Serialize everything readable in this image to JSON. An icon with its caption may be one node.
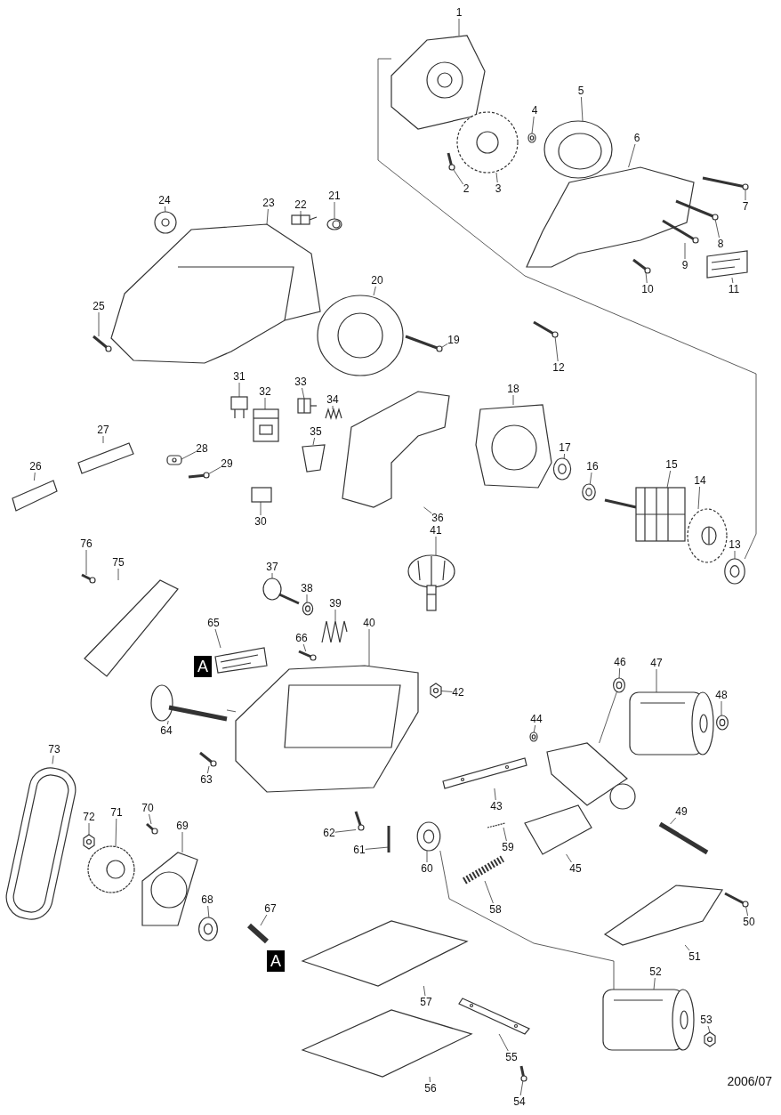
{
  "diagram": {
    "nodes": [
      {
        "text": [
          "1"
        ]
      },
      {
        "text": [
          "2"
        ]
      },
      {
        "text": [
          "3"
        ]
      },
      {
        "text": [
          "4"
        ]
      },
      {
        "text": [
          "5"
        ]
      },
      {
        "text": [
          "6"
        ]
      },
      {
        "text": [
          "7"
        ]
      },
      {
        "text": [
          "8"
        ]
      },
      {
        "text": [
          "9"
        ]
      },
      {
        "text": [
          "10"
        ]
      },
      {
        "text": [
          "11"
        ]
      },
      {
        "text": [
          "12"
        ]
      },
      {
        "text": [
          "13"
        ]
      },
      {
        "text": [
          "14"
        ]
      },
      {
        "text": [
          "15"
        ]
      },
      {
        "text": [
          "16"
        ]
      },
      {
        "text": [
          "17"
        ]
      },
      {
        "text": [
          "18"
        ]
      },
      {
        "text": [
          "19"
        ]
      },
      {
        "text": [
          "20"
        ]
      },
      {
        "text": [
          "21"
        ]
      },
      {
        "text": [
          "22"
        ]
      },
      {
        "text": [
          "23"
        ]
      },
      {
        "text": [
          "24"
        ]
      },
      {
        "text": [
          "25"
        ]
      },
      {
        "text": [
          "26"
        ]
      },
      {
        "text": [
          "27"
        ]
      },
      {
        "text": [
          "28"
        ]
      },
      {
        "text": [
          "29"
        ]
      },
      {
        "text": [
          "30"
        ]
      },
      {
        "text": [
          "31"
        ]
      },
      {
        "text": [
          "32"
        ]
      },
      {
        "text": [
          "33"
        ]
      },
      {
        "text": [
          "34"
        ]
      },
      {
        "text": [
          "35"
        ]
      },
      {
        "text": [
          "36"
        ]
      },
      {
        "text": [
          "37"
        ]
      },
      {
        "text": [
          "38"
        ]
      },
      {
        "text": [
          "39"
        ]
      },
      {
        "text": [
          "40"
        ]
      },
      {
        "text": [
          "41"
        ]
      },
      {
        "text": [
          "42"
        ]
      },
      {
        "text": [
          "43"
        ]
      },
      {
        "text": [
          "44"
        ]
      },
      {
        "text": [
          "45"
        ]
      },
      {
        "text": [
          "46"
        ]
      },
      {
        "text": [
          "47"
        ]
      },
      {
        "text": [
          "48"
        ]
      },
      {
        "text": [
          "49"
        ]
      },
      {
        "text": [
          "50"
        ]
      },
      {
        "text": [
          "51"
        ]
      },
      {
        "text": [
          "52"
        ]
      },
      {
        "text": [
          "53"
        ]
      },
      {
        "text": [
          "54"
        ]
      },
      {
        "text": [
          "55"
        ]
      },
      {
        "text": [
          "56"
        ]
      },
      {
        "text": [
          "57"
        ]
      },
      {
        "text": [
          "58"
        ]
      },
      {
        "text": [
          "59"
        ]
      },
      {
        "text": [
          "60"
        ]
      },
      {
        "text": [
          "61"
        ]
      },
      {
        "text": [
          "62"
        ]
      },
      {
        "text": [
          "63"
        ]
      },
      {
        "text": [
          "64"
        ]
      },
      {
        "text": [
          "65"
        ]
      },
      {
        "text": [
          "66"
        ]
      },
      {
        "text": [
          "67"
        ]
      },
      {
        "text": [
          "68"
        ]
      },
      {
        "text": [
          "69"
        ]
      },
      {
        "text": [
          "70"
        ]
      },
      {
        "text": [
          "71"
        ]
      },
      {
        "text": [
          "72"
        ]
      },
      {
        "text": [
          "73"
        ]
      },
      {
        "text": [
          "75"
        ]
      },
      {
        "text": [
          "76"
        ]
      },
      {
        "text": [],
        "shape": "picture"
      },
      {
        "text": [],
        "shape": "picture"
      },
      {
        "text": [],
        "shape": "picture"
      },
      {
        "text": [],
        "shape": "picture"
      },
      {
        "text": [],
        "shape": "picture"
      },
      {
        "text": [],
        "shape": "picture"
      },
      {
        "text": [],
        "shape": "picture"
      },
      {
        "text": [],
        "shape": "picture"
      },
      {
        "text": [],
        "shape": "picture"
      },
      {
        "text": [],
        "shape": "picture"
      },
      {
        "text": [],
        "shape": "picture"
      },
      {
        "text": [],
        "shape": "picture"
      },
      {
        "text": [],
        "shape": "picture"
      },
      {
        "text": [],
        "shape": "picture"
      },
      {
        "text": [],
        "shape": "picture"
      },
      {
        "text": [],
        "shape": "picture"
      },
      {
        "text": [],
        "shape": "picture"
      },
      {
        "text": [],
        "shape": "picture"
      },
      {
        "text": [],
        "shape": "picture"
      },
      {
        "text": [],
        "shape": "picture"
      },
      {
        "text": [],
        "shape": "picture"
      },
      {
        "text": [],
        "shape": "picture"
      },
      {
        "text": [],
        "shape": "picture"
      },
      {
        "text": [],
        "shape": "picture"
      },
      {
        "text": [],
        "shape": "picture"
      },
      {
        "text": [],
        "shape": "picture"
      },
      {
        "text": [],
        "shape": "picture"
      },
      {
        "text": [],
        "shape": "picture"
      },
      {
        "text": [],
        "shape": "picture"
      },
      {
        "text": [],
        "shape": "picture"
      },
      {
        "text": [],
        "shape": "picture"
      },
      {
        "text": [],
        "shape": "picture"
      },
      {
        "text": [],
        "shape": "picture"
      },
      {
        "text": [],
        "shape": "picture"
      },
      {
        "text": [],
        "shape": "picture"
      },
      {
        "text": [],
        "shape": "picture"
      },
      {
        "text": [],
        "shape": "picture"
      },
      {
        "text": [],
        "shape": "picture"
      },
      {
        "text": [],
        "shape": "picture"
      },
      {
        "text": [],
        "shape": "picture"
      },
      {
        "text": [],
        "shape": "picture"
      },
      {
        "text": [],
        "shape": "picture"
      },
      {
        "text": [],
        "shape": "picture"
      },
      {
        "text": [],
        "shape": "picture"
      },
      {
        "text": [],
        "shape": "picture"
      },
      {
        "text": [],
        "shape": "picture"
      },
      {
        "text": [],
        "shape": "picture"
      },
      {
        "text": [],
        "shape": "picture"
      },
      {
        "text": [],
        "shape": "picture"
      },
      {
        "text": [],
        "shape": "picture"
      },
      {
        "text": [],
        "shape": "picture"
      },
      {
        "text": [],
        "shape": "picture"
      },
      {
        "text": [],
        "shape": "picture"
      },
      {
        "text": [],
        "shape": "picture"
      },
      {
        "text": [],
        "shape": "picture"
      },
      {
        "text": [],
        "shape": "picture"
      },
      {
        "text": [],
        "shape": "picture"
      },
      {
        "text": [],
        "shape": "picture"
      },
      {
        "text": [],
        "shape": "picture"
      },
      {
        "text": [],
        "shape": "picture"
      },
      {
        "text": [],
        "shape": "picture"
      },
      {
        "text": [],
        "shape": "picture"
      },
      {
        "text": [],
        "shape": "picture"
      },
      {
        "text": [],
        "shape": "picture"
      },
      {
        "text": [],
        "shape": "picture"
      },
      {
        "text": [],
        "shape": "picture"
      },
      {
        "text": [],
        "shape": "picture"
      },
      {
        "text": [],
        "shape": "picture"
      },
      {
        "text": [],
        "shape": "picture"
      },
      {
        "text": [],
        "shape": "picture"
      },
      {
        "text": [],
        "shape": "picture"
      },
      {
        "text": [],
        "shape": "picture"
      },
      {
        "text": [],
        "shape": "picture"
      },
      {
        "text": [],
        "shape": "picture"
      },
      {
        "text": [],
        "shape": "picture"
      }
    ],
    "edges": [
      {
        "from": 0,
        "to": 75,
        "arrow": "none"
      },
      {
        "from": 1,
        "to": 76,
        "arrow": "none"
      },
      {
        "from": 2,
        "to": 77,
        "arrow": "none"
      },
      {
        "from": 3,
        "to": 78,
        "arrow": "none"
      },
      {
        "from": 4,
        "to": 79,
        "arrow": "none"
      },
      {
        "from": 5,
        "to": 80,
        "arrow": "none"
      },
      {
        "from": 6,
        "to": 81,
        "arrow": "none"
      },
      {
        "from": 7,
        "to": 82,
        "arrow": "none"
      },
      {
        "from": 8,
        "to": 83,
        "arrow": "none"
      },
      {
        "from": 9,
        "to": 84,
        "arrow": "none"
      },
      {
        "from": 10,
        "to": 85,
        "arrow": "none"
      },
      {
        "from": 11,
        "to": 86,
        "arrow": "none"
      },
      {
        "from": 12,
        "to": 87,
        "arrow": "none"
      },
      {
        "from": 13,
        "to": 88,
        "arrow": "none"
      },
      {
        "from": 14,
        "to": 89,
        "arrow": "none"
      },
      {
        "from": 15,
        "to": 90,
        "arrow": "none"
      },
      {
        "from": 16,
        "to": 91,
        "arrow": "none"
      },
      {
        "from": 17,
        "to": 92,
        "arrow": "none"
      },
      {
        "from": 18,
        "to": 93,
        "arrow": "none"
      },
      {
        "from": 19,
        "to": 94,
        "arrow": "none"
      },
      {
        "from": 20,
        "to": 95,
        "arrow": "none"
      },
      {
        "from": 21,
        "to": 96,
        "arrow": "none"
      },
      {
        "from": 22,
        "to": 97,
        "arrow": "none"
      },
      {
        "from": 23,
        "to": 98,
        "arrow": "none"
      },
      {
        "from": 24,
        "to": 99,
        "arrow": "none"
      },
      {
        "from": 25,
        "to": 100,
        "arrow": "none"
      },
      {
        "from": 26,
        "to": 101,
        "arrow": "none"
      },
      {
        "from": 27,
        "to": 102,
        "arrow": "none"
      },
      {
        "from": 28,
        "to": 103,
        "arrow": "none"
      },
      {
        "from": 29,
        "to": 104,
        "arrow": "none"
      },
      {
        "from": 30,
        "to": 105,
        "arrow": "none"
      },
      {
        "from": 31,
        "to": 106,
        "arrow": "none"
      },
      {
        "from": 32,
        "to": 107,
        "arrow": "none"
      },
      {
        "from": 33,
        "to": 108,
        "arrow": "none"
      },
      {
        "from": 34,
        "to": 109,
        "arrow": "none"
      },
      {
        "from": 35,
        "to": 110,
        "arrow": "none"
      },
      {
        "from": 36,
        "to": 111,
        "arrow": "none"
      },
      {
        "from": 37,
        "to": 112,
        "arrow": "none"
      },
      {
        "from": 38,
        "to": 113,
        "arrow": "none"
      },
      {
        "from": 39,
        "to": 114,
        "arrow": "none"
      },
      {
        "from": 40,
        "to": 115,
        "arrow": "none"
      },
      {
        "from": 41,
        "to": 116,
        "arrow": "none"
      },
      {
        "from": 42,
        "to": 117,
        "arrow": "none"
      },
      {
        "from": 43,
        "to": 118,
        "arrow": "none"
      },
      {
        "from": 44,
        "to": 119,
        "arrow": "none"
      },
      {
        "from": 45,
        "to": 120,
        "arrow": "none"
      },
      {
        "from": 46,
        "to": 121,
        "arrow": "none"
      },
      {
        "from": 47,
        "to": 122,
        "arrow": "none"
      },
      {
        "from": 48,
        "to": 123,
        "arrow": "none"
      },
      {
        "from": 49,
        "to": 124,
        "arrow": "none"
      },
      {
        "from": 50,
        "to": 125,
        "arrow": "none"
      },
      {
        "from": 51,
        "to": 126,
        "arrow": "none"
      },
      {
        "from": 52,
        "to": 127,
        "arrow": "none"
      },
      {
        "from": 53,
        "to": 128,
        "arrow": "none"
      },
      {
        "from": 54,
        "to": 129,
        "arrow": "none"
      },
      {
        "from": 55,
        "to": 130,
        "arrow": "none"
      },
      {
        "from": 56,
        "to": 131,
        "arrow": "none"
      },
      {
        "from": 57,
        "to": 132,
        "arrow": "none"
      },
      {
        "from": 58,
        "to": 133,
        "arrow": "none"
      },
      {
        "from": 59,
        "to": 134,
        "arrow": "none"
      },
      {
        "from": 60,
        "to": 135,
        "arrow": "none"
      },
      {
        "from": 61,
        "to": 136,
        "arrow": "none"
      },
      {
        "from": 62,
        "to": 137,
        "arrow": "none"
      },
      {
        "from": 63,
        "to": 138,
        "arrow": "none"
      },
      {
        "from": 64,
        "to": 139,
        "arrow": "none"
      },
      {
        "from": 65,
        "to": 140,
        "arrow": "none"
      },
      {
        "from": 66,
        "to": 141,
        "arrow": "none"
      },
      {
        "from": 67,
        "to": 142,
        "arrow": "none"
      },
      {
        "from": 68,
        "to": 143,
        "arrow": "none"
      },
      {
        "from": 69,
        "to": 144,
        "arrow": "none"
      },
      {
        "from": 70,
        "to": 145,
        "arrow": "none"
      },
      {
        "from": 71,
        "to": 146,
        "arrow": "none"
      },
      {
        "from": 72,
        "to": 147,
        "arrow": "none"
      },
      {
        "from": 73,
        "to": 148,
        "arrow": "none"
      },
      {
        "from": 74,
        "to": 149,
        "arrow": "none"
      },
      {
        "from": 75,
        "to": 87,
        "arrow": "none"
      },
      {
        "from": 134,
        "to": 126,
        "arrow": "none"
      },
      {
        "from": 138,
        "to": 114,
        "arrow": "none"
      },
      {
        "from": 120,
        "to": 119,
        "arrow": "none"
      }
    ],
    "labels": [
      "A",
      "A",
      "2006/07"
    ]
  }
}
